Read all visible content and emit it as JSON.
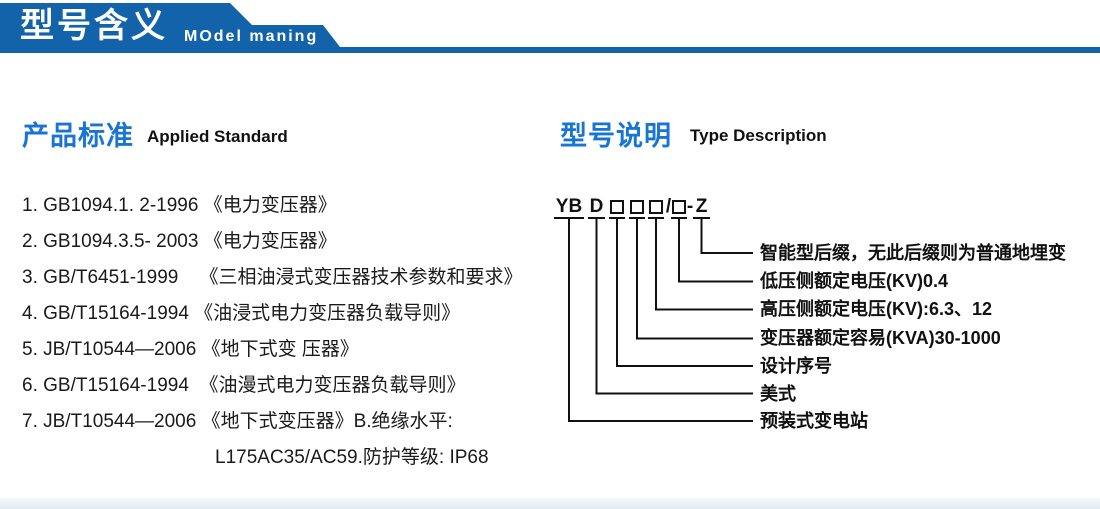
{
  "colors": {
    "header_blue": "#1263aa",
    "heading_blue": "#1875d2"
  },
  "header": {
    "title_zh": "型号含义",
    "title_en": "MOdel maning"
  },
  "left_section": {
    "heading_zh": "产品标准",
    "heading_en": "Applied Standard",
    "items": [
      "1. GB1094.1. 2-1996 《电力变压器》",
      "2. GB1094.3.5- 2003 《电力变压器》",
      "3. GB/T6451-1999    《三相油浸式变压器技术参数和要求》",
      "4. GB/T15164-1994 《油浸式电力变压器负载导则》",
      "5. JB/T10544—2006 《地下式变 压器》",
      "6. GB/T15164-1994  《油漫式电力变压器负载导则》",
      "7. JB/T10544—2006 《地下式变压器》B.绝缘水平:"
    ],
    "item7_continuation": "L175AC35/AC59.防护等级: IP68"
  },
  "right_section": {
    "heading_zh": "型号说明",
    "heading_en": "Type Description",
    "model_code": {
      "prefix": "YB",
      "style": "D",
      "slash": "/",
      "dash": "-",
      "suffix": "Z"
    },
    "labels": [
      "智能型后缀，无此后缀则为普通地埋变",
      "低压侧额定电压(KV)0.4",
      "高压侧额定电压(KV):6.3、12",
      "变压器额定容易(KVA)30-1000",
      "设计序号",
      "美式",
      "预装式变电站"
    ]
  }
}
